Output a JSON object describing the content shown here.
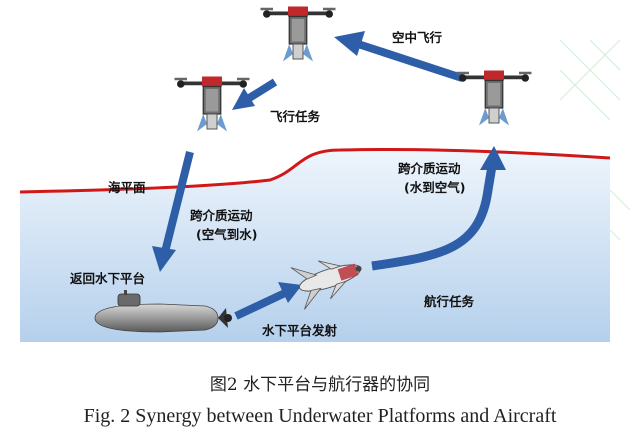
{
  "labels": {
    "air_flight": "空中飞行",
    "flight_mission": "飞行任务",
    "sea_level": "海平面",
    "cross_medium_air_to_water": "跨介质运动",
    "cross_medium_air_to_water_sub": "(空气到水)",
    "cross_medium_water_to_air": "跨介质运动",
    "cross_medium_water_to_air_sub": "(水到空气)",
    "return_platform": "返回水下平台",
    "platform_launch": "水下平台发射",
    "navigation_mission": "航行任务"
  },
  "caption": {
    "cn": "图2  水下平台与航行器的协同",
    "en": "Fig. 2 Synergy between Underwater Platforms and Aircraft"
  },
  "colors": {
    "arrow": "#2f5ea8",
    "sea_line": "#d01818",
    "water_top": "#e8f1fb",
    "water_bottom": "#b7d3ef"
  }
}
